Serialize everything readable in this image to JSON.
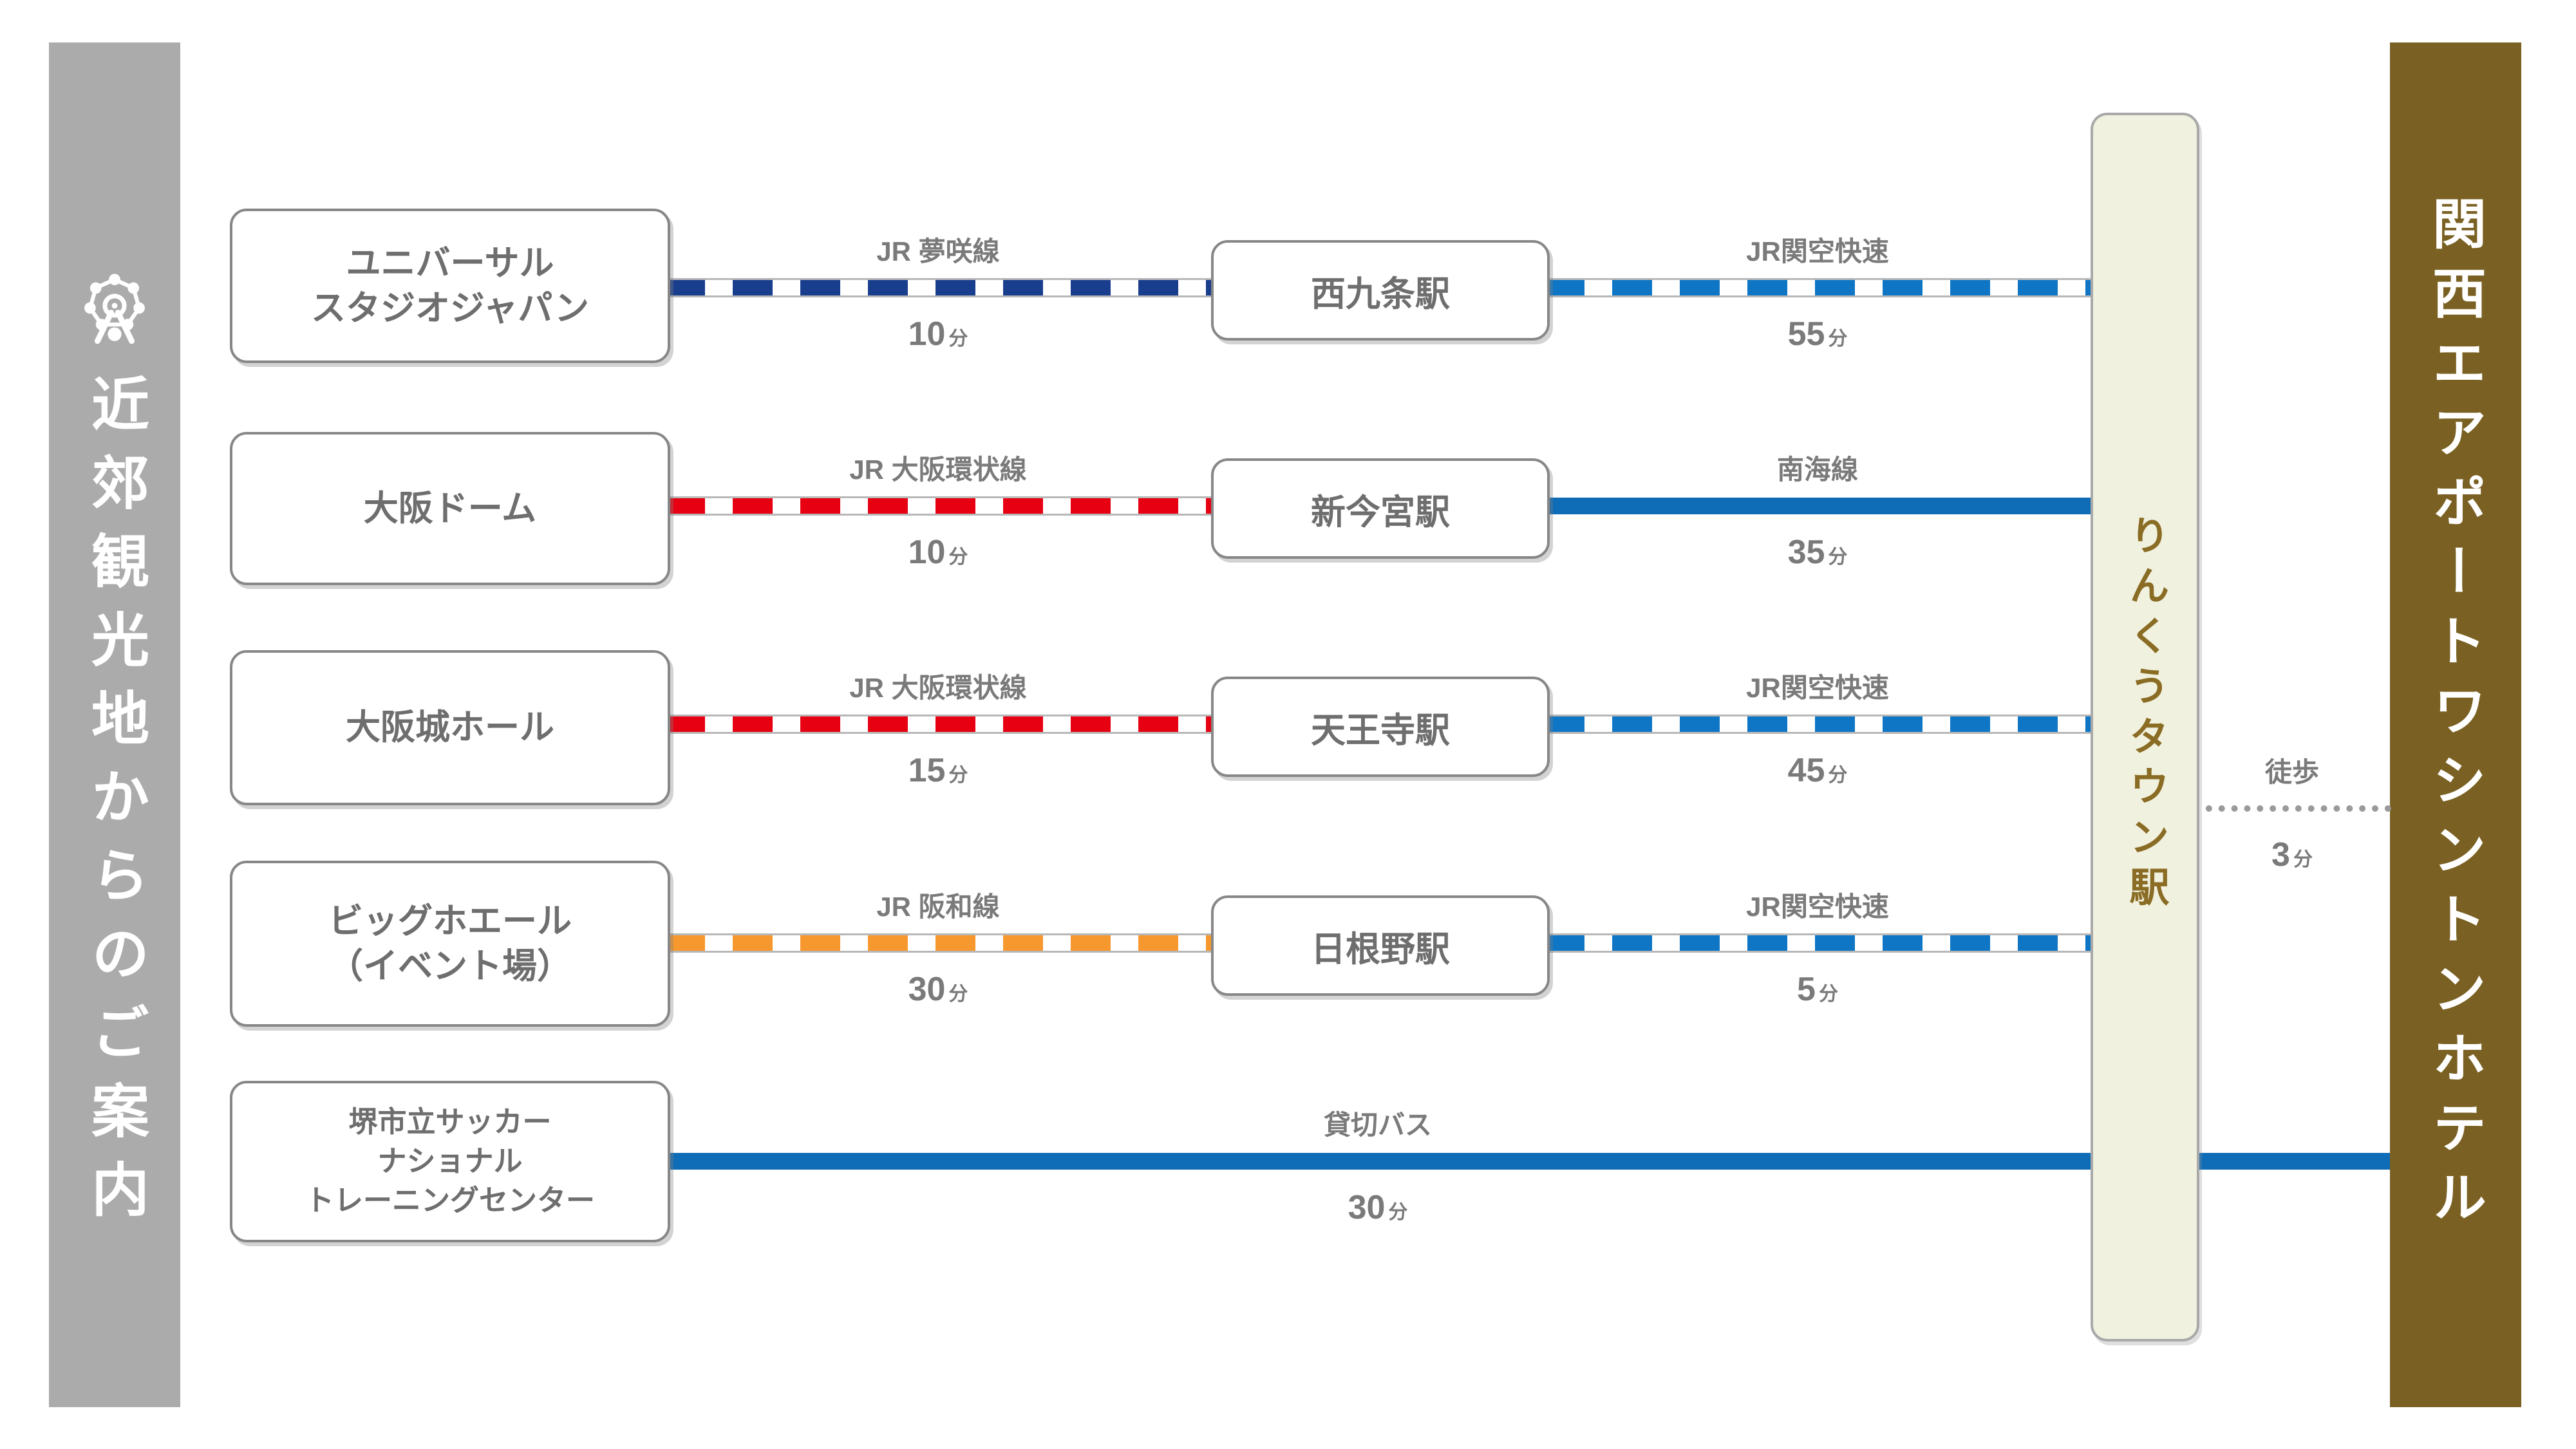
{
  "left_banner": {
    "title": "近郊観光地からのご案内",
    "icon": "ferris-wheel-icon",
    "bg": "#ababab",
    "text_color": "#ffffff"
  },
  "right_banner": {
    "title": "関西エアポートワシントンホテル",
    "bg": "#7a6123",
    "text_color": "#ffffff"
  },
  "hub_station": {
    "name": "りんくうタウン駅",
    "bg": "#f1f1df",
    "text_color": "#8a6c24"
  },
  "walk": {
    "mode": "徒歩",
    "time": "3",
    "unit": "分",
    "style": "dotted",
    "color": "#9a9a9a"
  },
  "routes": [
    {
      "origin": "ユニバーサル\nスタジオジャパン",
      "via": "西九条駅",
      "leg1": {
        "line": "JR 夢咲線",
        "time": "10",
        "unit": "分",
        "style": "dashed",
        "color": "#1a3e8e"
      },
      "leg2": {
        "line": "JR関空快速",
        "time": "55",
        "unit": "分",
        "style": "dashed",
        "color": "#0e76c4"
      }
    },
    {
      "origin": "大阪ドーム",
      "via": "新今宮駅",
      "leg1": {
        "line": "JR 大阪環状線",
        "time": "10",
        "unit": "分",
        "style": "dashed",
        "color": "#e60012"
      },
      "leg2": {
        "line": "南海線",
        "time": "35",
        "unit": "分",
        "style": "solid",
        "color": "#0f6cb6"
      }
    },
    {
      "origin": "大阪城ホール",
      "via": "天王寺駅",
      "leg1": {
        "line": "JR 大阪環状線",
        "time": "15",
        "unit": "分",
        "style": "dashed",
        "color": "#e60012"
      },
      "leg2": {
        "line": "JR関空快速",
        "time": "45",
        "unit": "分",
        "style": "dashed",
        "color": "#0e76c4"
      }
    },
    {
      "origin": "ビッグホエール\n（イベント場）",
      "via": "日根野駅",
      "leg1": {
        "line": "JR 阪和線",
        "time": "30",
        "unit": "分",
        "style": "dashed",
        "color": "#f6982d"
      },
      "leg2": {
        "line": "JR関空快速",
        "time": "5",
        "unit": "分",
        "style": "dashed",
        "color": "#0e76c4"
      }
    },
    {
      "origin": "堺市立サッカー\nナショナル\nトレーニングセンター",
      "direct": {
        "line": "貸切バス",
        "time": "30",
        "unit": "分",
        "style": "solid",
        "color": "#0f6cb6"
      }
    }
  ]
}
